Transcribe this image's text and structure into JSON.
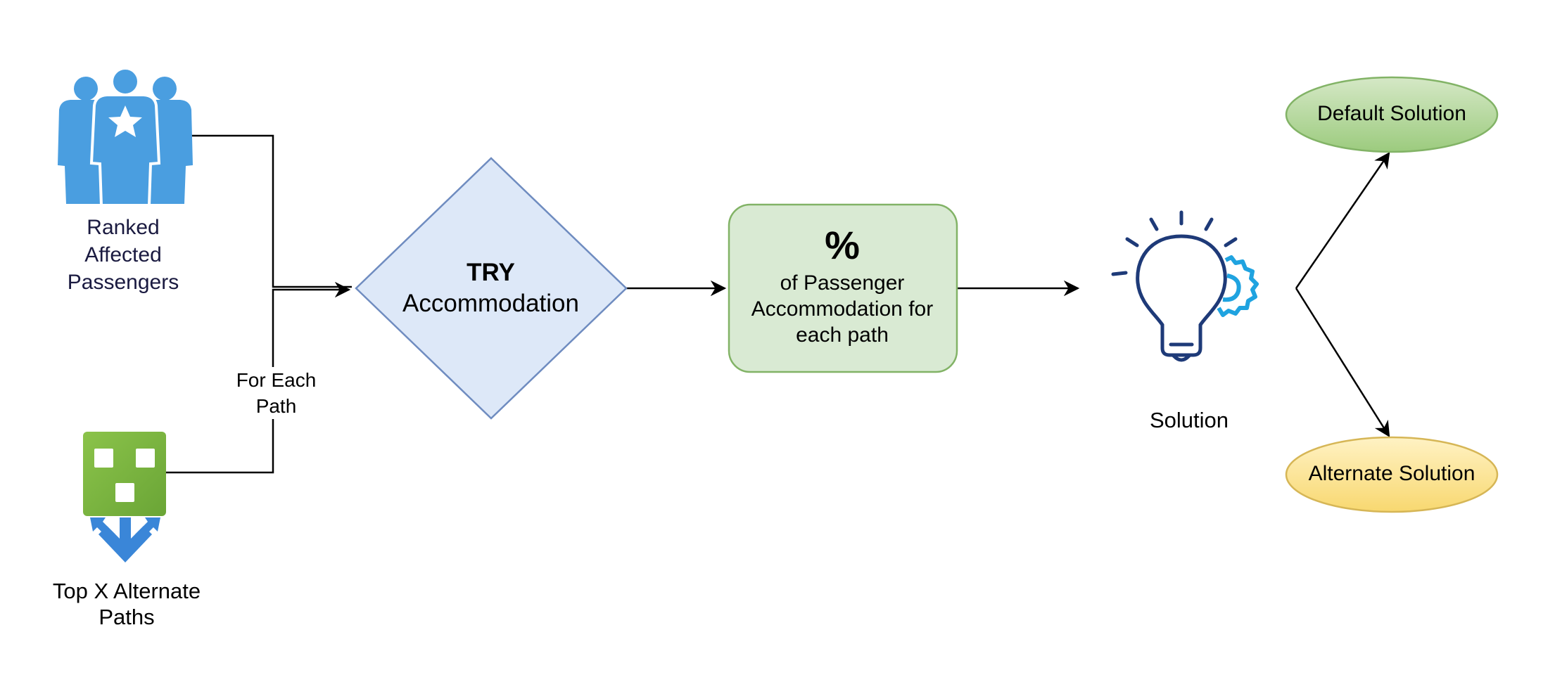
{
  "passengers": {
    "label": "Ranked\nAffected\nPassengers",
    "icon": "people-group-icon",
    "color": "#4a9ee0"
  },
  "paths": {
    "label": "Top X Alternate\nPaths",
    "icon": "alternate-paths-icon",
    "color": "#7cb342"
  },
  "connector": {
    "label": "For Each\nPath"
  },
  "try_box": {
    "title": "TRY",
    "subtitle": "Accommodation",
    "fill": "#dde8f8",
    "stroke": "#6f8cc0"
  },
  "percent_box": {
    "symbol": "%",
    "text": "of Passenger\nAccommodation for\neach path",
    "fill": "#d9ead3",
    "stroke": "#82b366"
  },
  "solution": {
    "label": "Solution",
    "icon": "lightbulb-gear-icon"
  },
  "default_solution": {
    "label": "Default Solution",
    "fill": "#a8d08d",
    "stroke": "#82b366"
  },
  "alternate_solution": {
    "label": "Alternate Solution",
    "fill": "#fce399",
    "stroke": "#d6b656"
  }
}
